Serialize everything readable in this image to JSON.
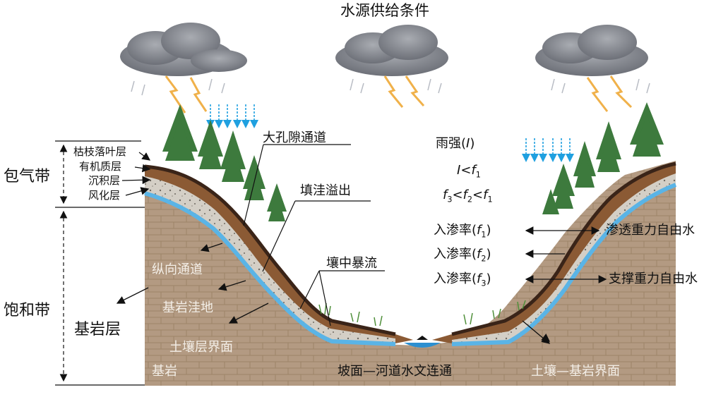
{
  "title": "水源供给条件",
  "zones": {
    "vadose": "包气带",
    "saturated": "饱和带"
  },
  "layers": [
    "枯枝落叶层",
    "有机质层",
    "沉积层",
    "风化层"
  ],
  "bedrock_layer": "基岩层",
  "callouts": {
    "macropore": "大孔隙通道",
    "fill_spill": "填洼溢出",
    "subsurface_flow": "壤中暴流",
    "seepage_gravity_water": "渗透重力自由水",
    "supporting_gravity_water": "支撑重力自由水"
  },
  "inside_labels": {
    "vertical_channel": "纵向通道",
    "bedrock_depression": "基岩洼地",
    "soil_interface": "土壤层界面",
    "bedrock": "基岩",
    "slope_channel_connectivity": "坡面—河道水文连通",
    "soil_bedrock_interface": "土壤—基岩界面"
  },
  "equations": {
    "rain_intensity": {
      "text": "雨强",
      "sym": "I"
    },
    "condition1": {
      "lhs": "I",
      "op": "<",
      "rhs": "f",
      "rhs_sub": "1"
    },
    "condition2": {
      "a": "f",
      "a_sub": "3",
      "op1": "<",
      "b": "f",
      "b_sub": "2",
      "op2": "<",
      "c": "f",
      "c_sub": "1"
    }
  },
  "infiltration": [
    {
      "text": "入渗率",
      "sym": "f",
      "sub": "1"
    },
    {
      "text": "入渗率",
      "sym": "f",
      "sub": "2"
    },
    {
      "text": "入渗率",
      "sym": "f",
      "sub": "3"
    }
  ],
  "colors": {
    "soil_bedrock": "#b39a82",
    "brick_line": "#9c8468",
    "soil_brown": "#8b5a34",
    "litter_dark": "#3a2418",
    "sediment_gray": "#cfcbc4",
    "water_blue": "#5ab4e6",
    "rain_arrow": "#1fa0e0",
    "cloud_gray": "#8c8f96",
    "lightning": "#f0b14a",
    "tree_green": "#3d7a3d"
  }
}
